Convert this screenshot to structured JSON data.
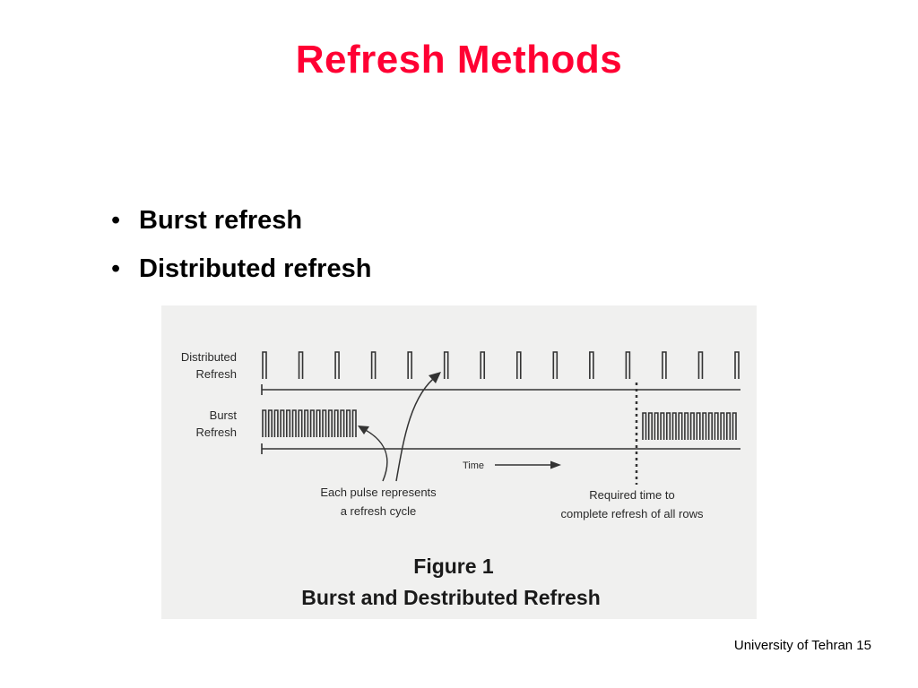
{
  "slide": {
    "title": "Refresh Methods",
    "title_color": "#ff0033"
  },
  "bullets": [
    {
      "text": "Burst refresh"
    },
    {
      "text": "Distributed refresh"
    }
  ],
  "figure": {
    "row_labels": {
      "distributed": [
        "Distributed",
        "Refresh"
      ],
      "burst": [
        "Burst",
        "Refresh"
      ]
    },
    "time_label": "Time",
    "pulse_note": [
      "Each pulse represents",
      "a refresh cycle"
    ],
    "required_note": [
      "Required time to",
      "complete refresh of all rows"
    ],
    "caption_number": "Figure 1",
    "caption_title": "Burst and Destributed Refresh",
    "distributed_pulse_count": 14,
    "burst_group_pulse_count": 16
  },
  "footer": {
    "text": "University of Tehran 15"
  }
}
